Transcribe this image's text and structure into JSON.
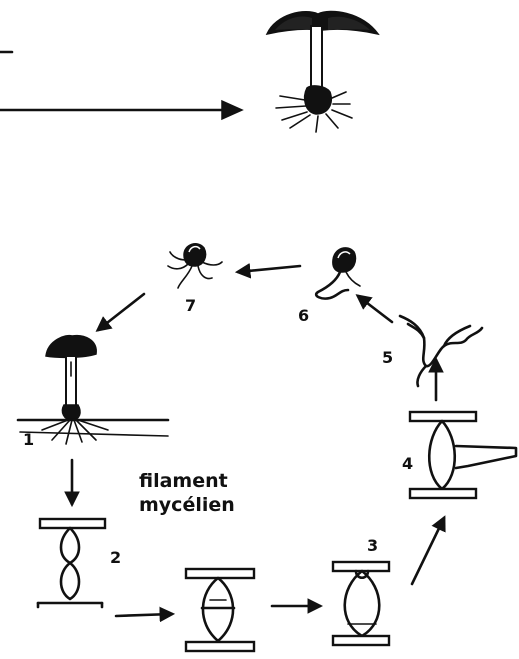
{
  "labels": {
    "stage_1": "1",
    "stage_2": "2",
    "stage_3": "3",
    "stage_4": "4",
    "stage_5": "5",
    "stage_6": "6",
    "stage_7": "7",
    "caption_line1": "filament",
    "caption_line2": "mycélien"
  }
}
